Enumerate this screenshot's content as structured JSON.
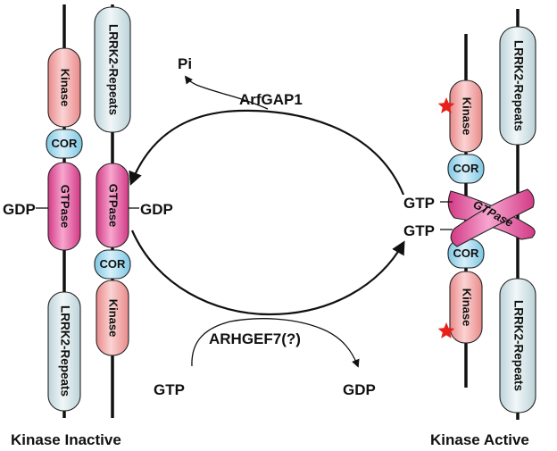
{
  "domains": {
    "kinase": "Kinase",
    "cor": "COR",
    "gtpase": "GTPase",
    "repeats": "LRRK2-Repeats"
  },
  "nucleotides": {
    "gdp": "GDP",
    "gtp": "GTP",
    "pi": "Pi"
  },
  "enzymes": {
    "gap": "ArfGAP1",
    "gef": "ARHGEF7(?)"
  },
  "states": {
    "inactive": "Kinase Inactive",
    "active": "Kinase Active"
  },
  "colors": {
    "kinase_fill": "#f4a9a9",
    "cor_fill": "#a9dcef",
    "gtpase_fill": "#e9579f",
    "repeats_fill": "#dce9ec",
    "star": "#e8201a"
  }
}
